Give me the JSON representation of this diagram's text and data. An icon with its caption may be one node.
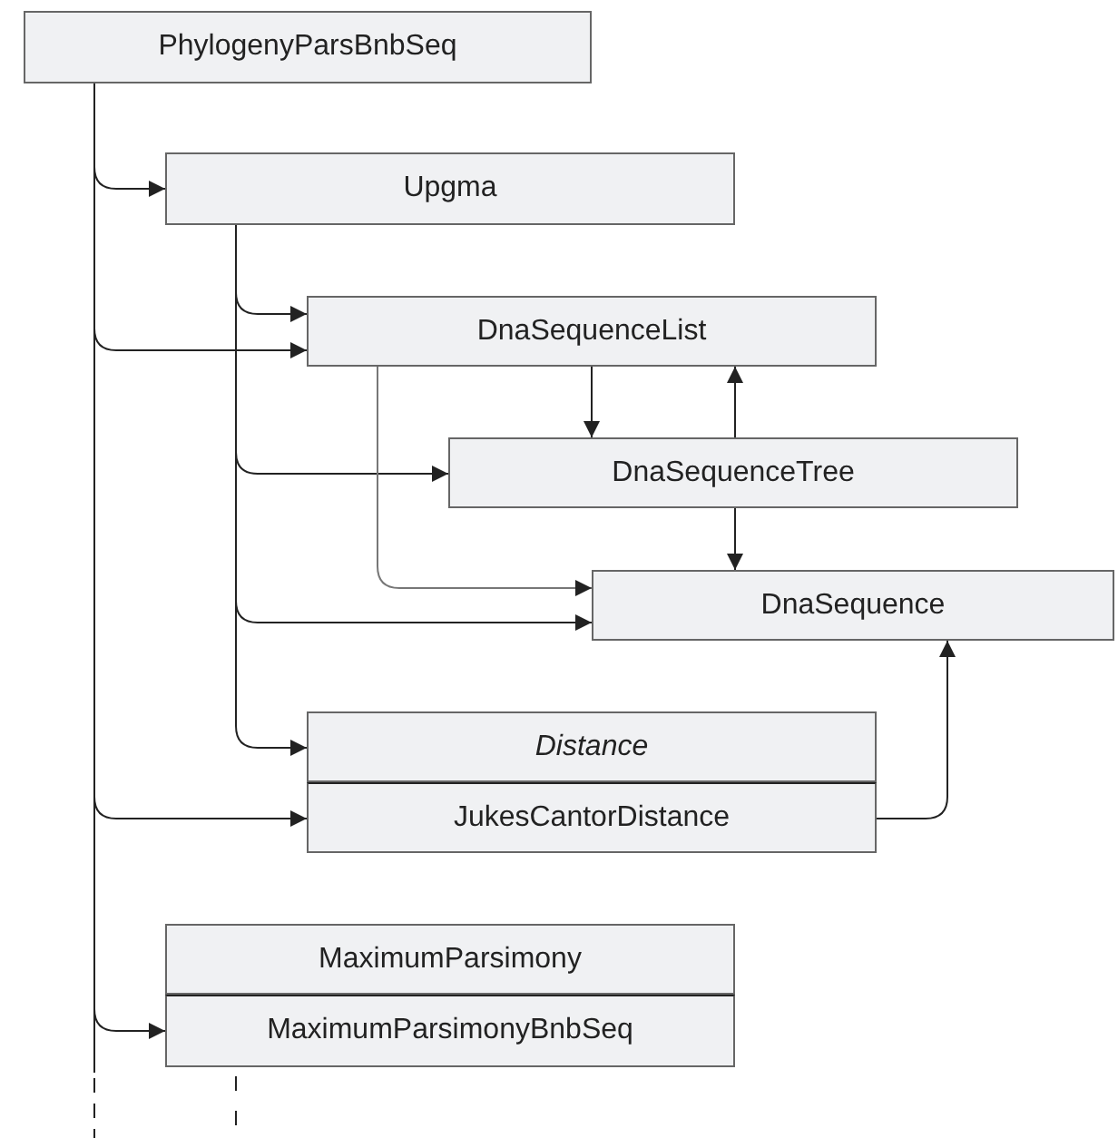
{
  "diagram": {
    "nodes": [
      {
        "text": [
          "PhylogenyParsBnbSeq"
        ]
      },
      {
        "text": [
          "Upgma"
        ]
      },
      {
        "text": [
          "DnaSequenceList"
        ]
      },
      {
        "text": [
          "DnaSequenceTree"
        ]
      },
      {
        "text": [
          "DnaSequence"
        ]
      },
      {
        "text": [
          "Distance"
        ]
      },
      {
        "text": [
          "JukesCantorDistance"
        ]
      },
      {
        "text": [
          "MaximumParsimony"
        ]
      },
      {
        "text": [
          "MaximumParsimonyBnbSeq"
        ]
      }
    ],
    "edges": [
      {
        "from": 0,
        "to": 1,
        "arrow": "to"
      },
      {
        "from": 0,
        "to": 2,
        "arrow": "to"
      },
      {
        "from": 0,
        "to": 6,
        "arrow": "to"
      },
      {
        "from": 0,
        "to": 8,
        "arrow": "to"
      },
      {
        "from": 1,
        "to": 2,
        "arrow": "to"
      },
      {
        "from": 1,
        "to": 3,
        "arrow": "to"
      },
      {
        "from": 1,
        "to": 4,
        "arrow": "to"
      },
      {
        "from": 1,
        "to": 5,
        "arrow": "to"
      },
      {
        "from": 2,
        "to": 3,
        "arrow": "to"
      },
      {
        "from": 3,
        "to": 2,
        "arrow": "to"
      },
      {
        "from": 2,
        "to": 4,
        "arrow": "to"
      },
      {
        "from": 3,
        "to": 4,
        "arrow": "to"
      },
      {
        "from": 6,
        "to": 4,
        "arrow": "to"
      },
      {
        "from": 0,
        "to": null,
        "arrow": "none",
        "style": "dashed"
      },
      {
        "from": 8,
        "to": null,
        "arrow": "none",
        "style": "dashed"
      }
    ]
  }
}
